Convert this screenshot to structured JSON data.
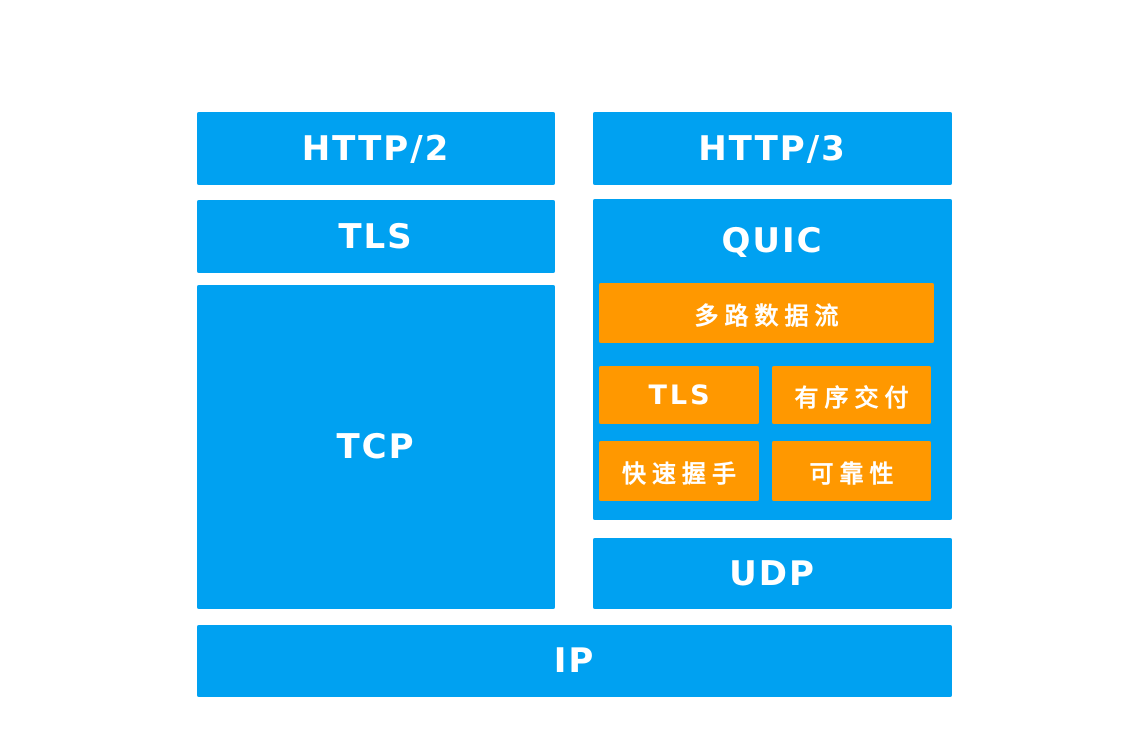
{
  "colors": {
    "blue": "#00A1F1",
    "orange": "#FF9800",
    "label": "#FFFFFF",
    "background": "#FFFFFF"
  },
  "left_stack": {
    "http2_label": "HTTP/2",
    "tls_label": "TLS",
    "tcp_label": "TCP"
  },
  "right_stack": {
    "http3_label": "HTTP/3",
    "quic_label": "QUIC",
    "quic_features": {
      "multiplexing": "多路数据流",
      "tls": "TLS",
      "ordered_delivery": "有序交付",
      "fast_handshake": "快速握手",
      "reliability": "可靠性"
    },
    "udp_label": "UDP"
  },
  "base_layer": {
    "ip_label": "IP"
  }
}
